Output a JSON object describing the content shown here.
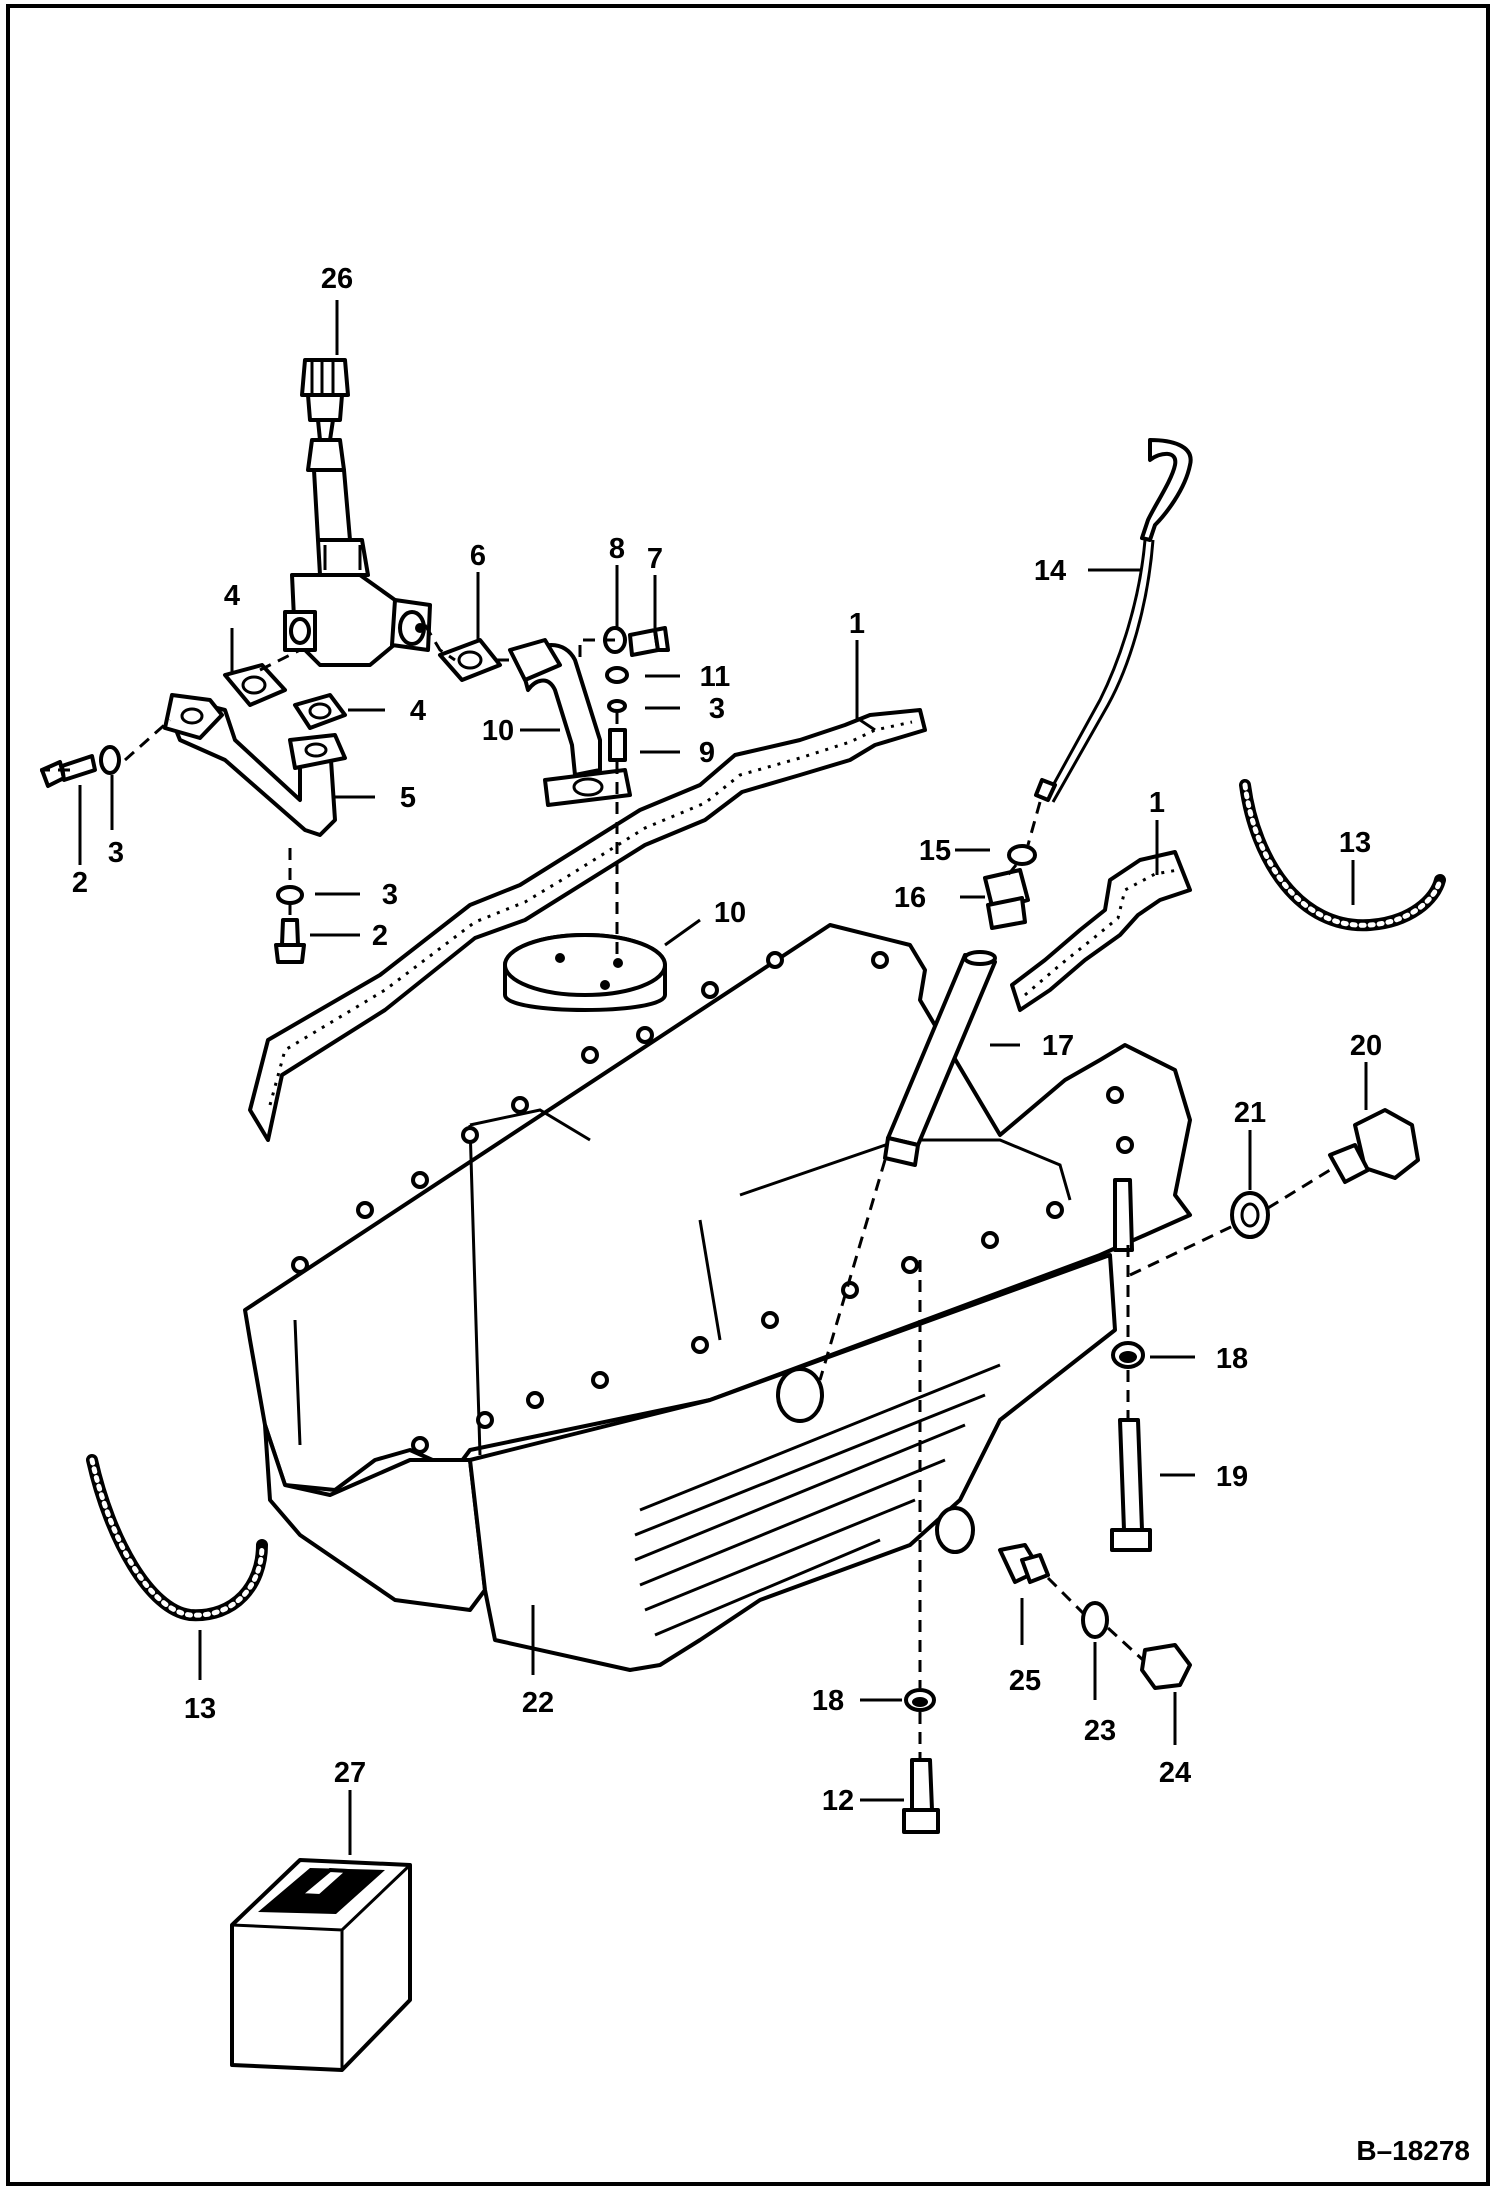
{
  "diagram": {
    "drawing_number": "B–18278",
    "callouts": [
      {
        "id": "c26",
        "text": "26"
      },
      {
        "id": "c14",
        "text": "14"
      },
      {
        "id": "c4a",
        "text": "4"
      },
      {
        "id": "c6",
        "text": "6"
      },
      {
        "id": "c8",
        "text": "8"
      },
      {
        "id": "c7",
        "text": "7"
      },
      {
        "id": "c1a",
        "text": "1"
      },
      {
        "id": "c11",
        "text": "11"
      },
      {
        "id": "c3a",
        "text": "3"
      },
      {
        "id": "c4b",
        "text": "4"
      },
      {
        "id": "c10a",
        "text": "10"
      },
      {
        "id": "c9",
        "text": "9"
      },
      {
        "id": "c5",
        "text": "5"
      },
      {
        "id": "c2a",
        "text": "2"
      },
      {
        "id": "c3b",
        "text": "3"
      },
      {
        "id": "c3c",
        "text": "3"
      },
      {
        "id": "c2b",
        "text": "2"
      },
      {
        "id": "c10b",
        "text": "10"
      },
      {
        "id": "c15",
        "text": "15"
      },
      {
        "id": "c16",
        "text": "16"
      },
      {
        "id": "c1b",
        "text": "1"
      },
      {
        "id": "c13a",
        "text": "13"
      },
      {
        "id": "c17",
        "text": "17"
      },
      {
        "id": "c20",
        "text": "20"
      },
      {
        "id": "c21",
        "text": "21"
      },
      {
        "id": "c18a",
        "text": "18"
      },
      {
        "id": "c19",
        "text": "19"
      },
      {
        "id": "c25",
        "text": "25"
      },
      {
        "id": "c23",
        "text": "23"
      },
      {
        "id": "c24",
        "text": "24"
      },
      {
        "id": "c18b",
        "text": "18"
      },
      {
        "id": "c12",
        "text": "12"
      },
      {
        "id": "c13b",
        "text": "13"
      },
      {
        "id": "c22",
        "text": "22"
      },
      {
        "id": "c27",
        "text": "27"
      }
    ]
  }
}
